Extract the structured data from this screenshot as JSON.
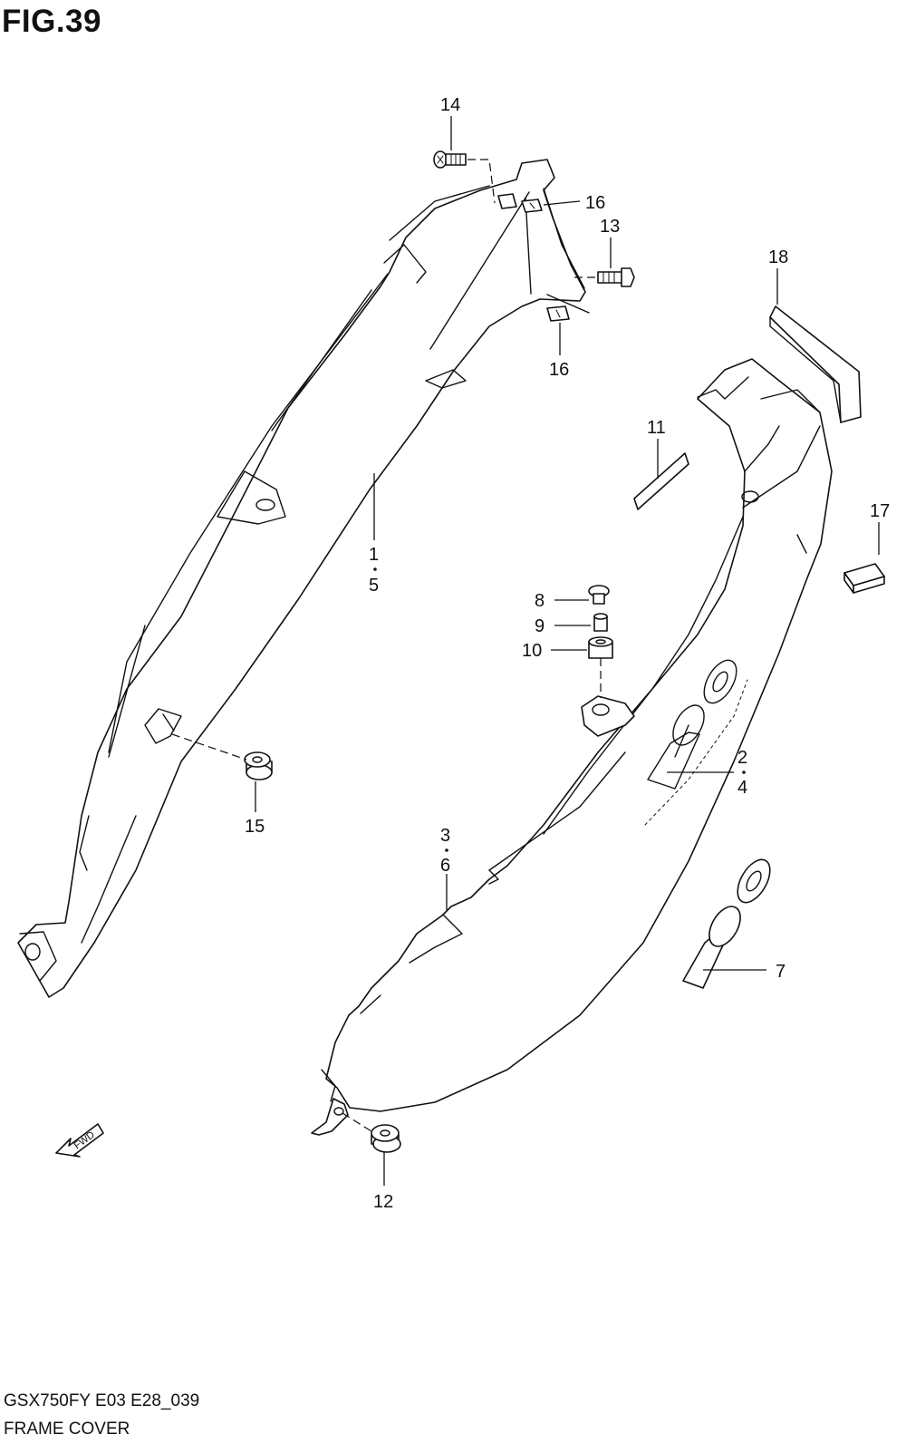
{
  "figure": {
    "title": "FIG.39",
    "model_code": "GSX750FY E03 E28_039",
    "name": "FRAME COVER"
  },
  "fwd_label": "FWD",
  "callouts": [
    {
      "id": "c1",
      "lines": [
        "1",
        "5"
      ]
    },
    {
      "id": "c2",
      "lines": [
        "2",
        "4"
      ]
    },
    {
      "id": "c3",
      "lines": [
        "3",
        "6"
      ]
    },
    {
      "id": "c7",
      "lines": [
        "7"
      ]
    },
    {
      "id": "c8",
      "lines": [
        "8"
      ]
    },
    {
      "id": "c9",
      "lines": [
        "9"
      ]
    },
    {
      "id": "c10",
      "lines": [
        "10"
      ]
    },
    {
      "id": "c11",
      "lines": [
        "11"
      ]
    },
    {
      "id": "c12",
      "lines": [
        "12"
      ]
    },
    {
      "id": "c13",
      "lines": [
        "13"
      ]
    },
    {
      "id": "c14",
      "lines": [
        "14"
      ]
    },
    {
      "id": "c15",
      "lines": [
        "15"
      ]
    },
    {
      "id": "c16a",
      "lines": [
        "16"
      ]
    },
    {
      "id": "c16b",
      "lines": [
        "16"
      ]
    },
    {
      "id": "c17",
      "lines": [
        "17"
      ]
    },
    {
      "id": "c18",
      "lines": [
        "18"
      ]
    }
  ]
}
